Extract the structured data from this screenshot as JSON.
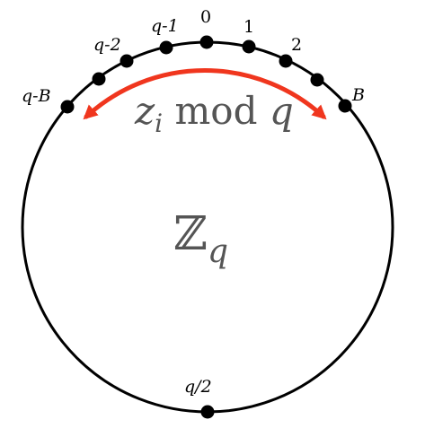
{
  "diagram": {
    "ring_label": {
      "var": "z",
      "sub": "i",
      "op": " mod ",
      "mod": "q"
    },
    "center_label": {
      "symbol": "ℤ",
      "sub": "q"
    },
    "points": [
      {
        "id": "q-b",
        "label": "q-B"
      },
      {
        "id": "q-2",
        "label": "q-2"
      },
      {
        "id": "q-1",
        "label": "q-1"
      },
      {
        "id": "zero",
        "label": "0"
      },
      {
        "id": "one",
        "label": "1"
      },
      {
        "id": "two",
        "label": "2"
      },
      {
        "id": "b",
        "label": "B"
      },
      {
        "id": "q-half",
        "label": "q/2"
      }
    ],
    "colors": {
      "circle": "#000000",
      "points": "#000000",
      "arc_arrow": "#f0361e",
      "center_text": "#555555"
    }
  }
}
